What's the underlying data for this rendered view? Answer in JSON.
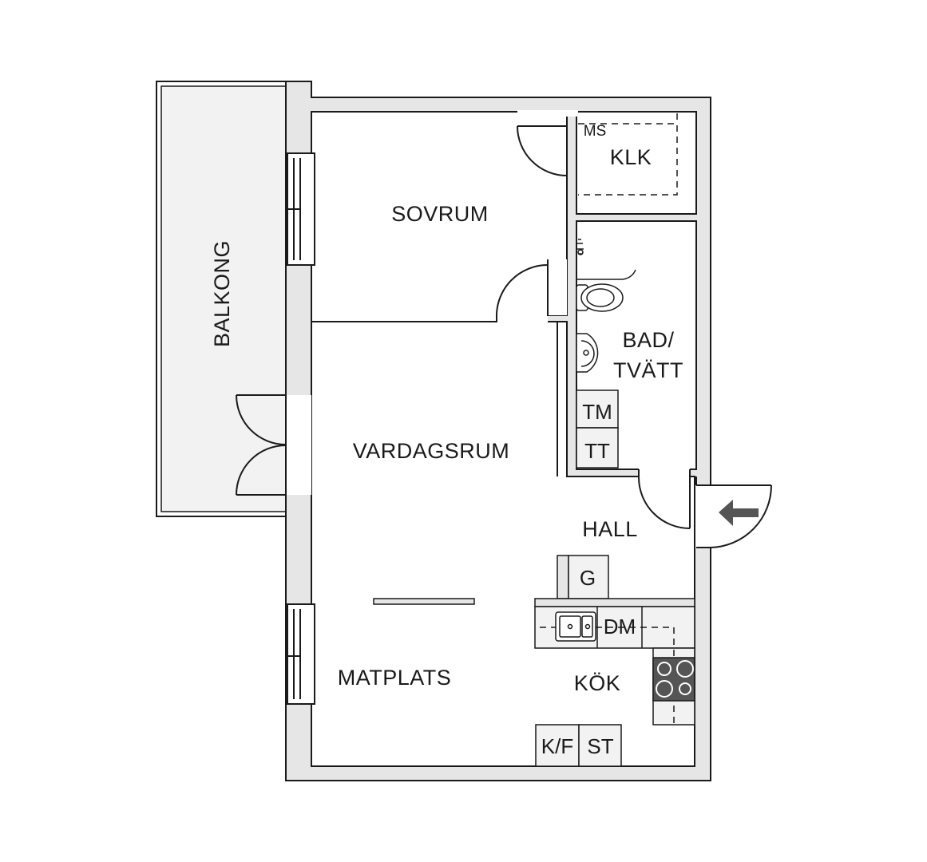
{
  "colors": {
    "wall": "#e6e6e6",
    "line": "#1a1a1a",
    "fixture": "#f2f2f2",
    "stove": "#555555",
    "arrow": "#555555"
  },
  "rooms": {
    "sovrum": "SOVRUM",
    "klk": "KLK",
    "ms": "MS",
    "bad_line1": "BAD/",
    "bad_line2": "TVÄTT",
    "balkong": "BALKONG",
    "vardagsrum": "VARDAGSRUM",
    "hall": "HALL",
    "matplats": "MATPLATS",
    "kok": "KÖK"
  },
  "appliances": {
    "tm": "TM",
    "tt": "TT",
    "g": "G",
    "dm": "DM",
    "kf": "K/F",
    "st": "ST"
  },
  "icons": {
    "entrance": "entrance-arrow-icon",
    "stove": "stove-icon",
    "sink": "sink-icon",
    "toilet": "toilet-icon",
    "washbasin": "washbasin-icon",
    "shower": "shower-icon"
  }
}
